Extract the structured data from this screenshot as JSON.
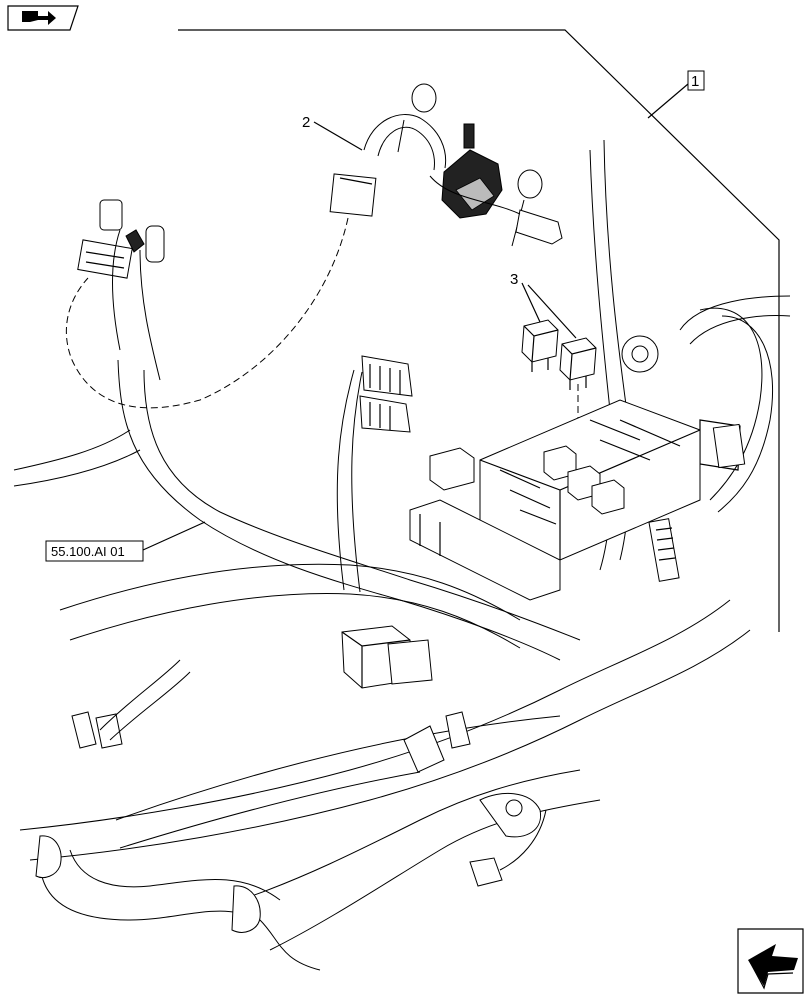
{
  "callouts": {
    "item_1": "1",
    "item_2": "2",
    "item_3": "3",
    "reference": "55.100.AI 01"
  },
  "icons": {
    "top_left": "book-arrow-icon",
    "bottom_right": "next-page-arrow-icon"
  }
}
